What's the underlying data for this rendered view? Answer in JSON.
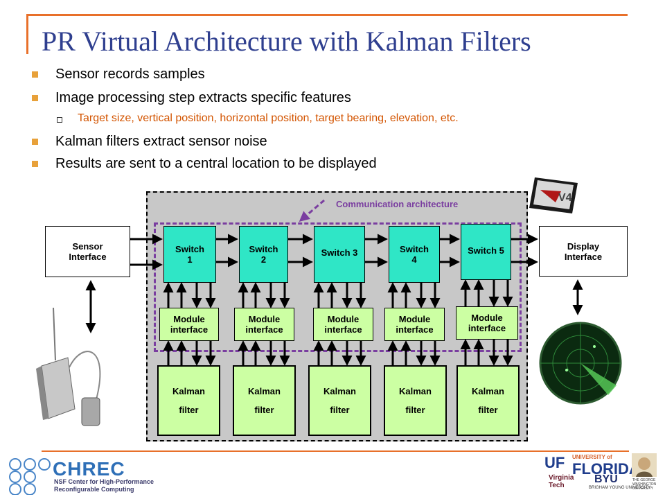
{
  "title": "PR Virtual Architecture with Kalman Filters",
  "bullets": [
    {
      "text": "Sensor records samples"
    },
    {
      "text": "Image processing step extracts specific features"
    },
    {
      "text": "Kalman filters extract sensor noise"
    },
    {
      "text": "Results are sent to a central location to be displayed"
    }
  ],
  "sub_bullet": "Target size, vertical position, horizontal position, target bearing, elevation, etc.",
  "diagram": {
    "comm_label": "Communication architecture",
    "sensor_interface": "Sensor Interface",
    "display_interface": "Display Interface",
    "switches": [
      "Switch 1",
      "Switch 2",
      "Switch 3",
      "Switch 4",
      "Switch 5"
    ],
    "module_interfaces": [
      "Module interface",
      "Module interface",
      "Module interface",
      "Module interface",
      "Module interface"
    ],
    "kalman_line1": "Kalman",
    "kalman_line2": "filter",
    "chip_label": "V4"
  },
  "footer": {
    "chrec": "CHREC",
    "chrec_sub1": "NSF Center for High-Performance",
    "chrec_sub2": "Reconfigurable Computing",
    "uf": "UF",
    "uf_top": "UNIVERSITY of",
    "florida": "FLORIDA",
    "vt1": "Virginia",
    "vt2": "Tech",
    "byu": "BYU",
    "byu_sub": "BRIGHAM YOUNG UNIVERSITY",
    "gwu": "THE GEORGE WASHINGTON UNIVERSITY"
  },
  "colors": {
    "accent": "#e8702a",
    "title": "#2f3f8f",
    "switch": "#2fe6c6",
    "module": "#ccffa3",
    "comm": "#7a3ea0"
  }
}
